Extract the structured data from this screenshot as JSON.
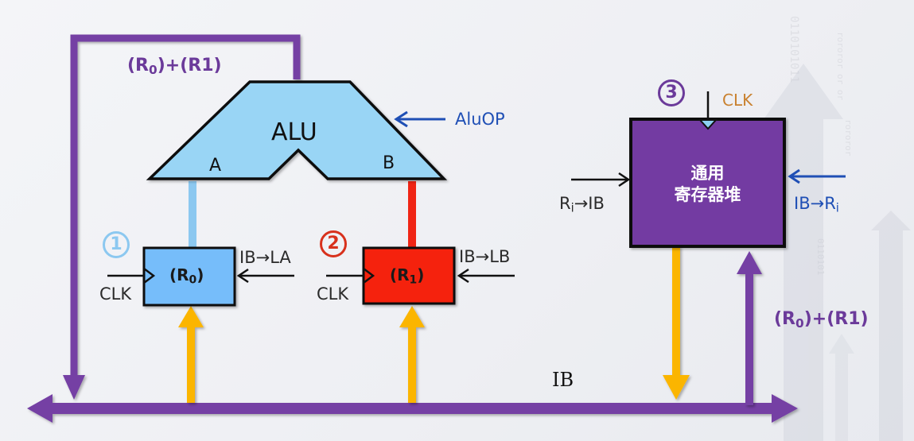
{
  "diagram": {
    "bus": {
      "label": "IB"
    },
    "feedback_label_top": {
      "prefix": "(R",
      "sub": "0",
      "suffix": ")+(R1)"
    },
    "feedback_label_right": {
      "prefix": "(R",
      "sub": "0",
      "suffix": ")+(R1)"
    },
    "alu": {
      "label": "ALU",
      "port_a": "A",
      "port_b": "B",
      "control": "AluOP"
    },
    "register_r0": {
      "step": "1",
      "label_prefix": "(R",
      "label_sub": "0",
      "label_suffix": ")",
      "clock": "CLK",
      "load_signal": "IB→LA"
    },
    "register_r1": {
      "step": "2",
      "label_prefix": "(R",
      "label_sub": "1",
      "label_suffix": ")",
      "clock": "CLK",
      "load_signal": "IB→LB"
    },
    "register_file": {
      "step": "3",
      "line1": "通用",
      "line2": "寄存器堆",
      "clock": "CLK",
      "out_signal_prefix": "R",
      "out_signal_sub": "i",
      "out_signal_suffix": "→IB",
      "in_signal_prefix": "IB→R",
      "in_signal_sub": "i"
    },
    "colors": {
      "bus_purple": "#7440a4",
      "alu_fill": "#99d5f5",
      "r0_fill": "#76bdfa",
      "r1_fill": "#f5200f",
      "regfile_fill": "#733ba2",
      "data_yellow": "#fbb500",
      "r0_wire": "#8cc8f0",
      "r1_wire": "#f02414",
      "control_blue": "#1f4fb5",
      "step1": "#8cc8f0",
      "step2": "#d8311c",
      "step3": "#6b3a9a"
    }
  }
}
